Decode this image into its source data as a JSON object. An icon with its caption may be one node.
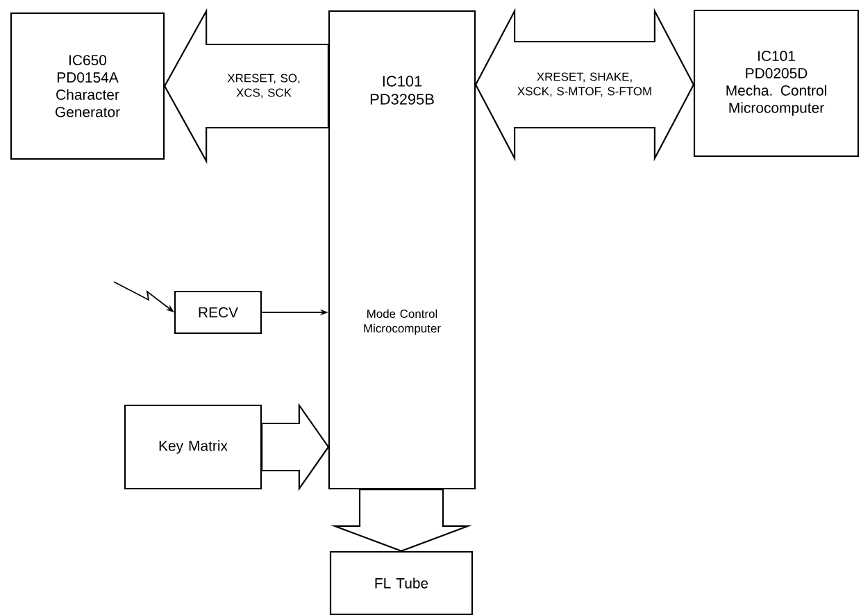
{
  "diagram": {
    "nodes": [
      {
        "text": [
          "IC650",
          "PD0154A",
          "Character Generator"
        ]
      },
      {
        "text": [
          "IC101",
          "PD3295B",
          "Mode Control Microcomputer"
        ]
      },
      {
        "text": [
          "IC101",
          "PD0205D",
          "Mecha. Control Microcomputer"
        ]
      },
      {
        "text": [
          "RECV"
        ]
      },
      {
        "text": [
          "Key Matrix"
        ]
      },
      {
        "text": [
          "FL Tube"
        ]
      }
    ],
    "edges": [
      {
        "from": 1,
        "to": 0,
        "arrow": "to",
        "label": "XRESET, SO, XCS, SCK"
      },
      {
        "from": 1,
        "to": 2,
        "arrow": "both",
        "label": "XRESET, SHAKE, XSCK, S-MTOF, S-FTOM"
      },
      {
        "from": 3,
        "to": 1,
        "arrow": "to"
      },
      {
        "from": 4,
        "to": 1,
        "arrow": "to"
      },
      {
        "from": 1,
        "to": 5,
        "arrow": "to"
      },
      {
        "from": null,
        "to": 3,
        "arrow": "to"
      }
    ]
  }
}
